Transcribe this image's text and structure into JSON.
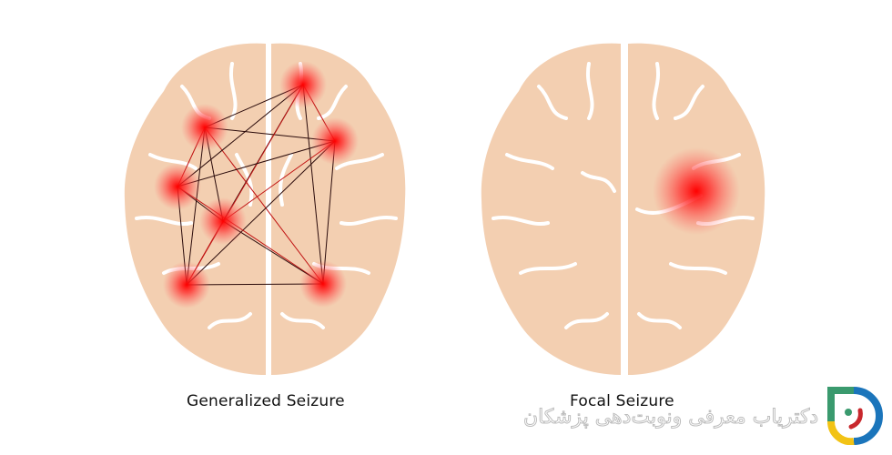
{
  "diagram": {
    "left_caption": "Generalized Seizure",
    "right_caption": "Focal Seizure"
  },
  "watermark": {
    "text": "دکتریاب معرفی ونوبت‌دهی پزشکان"
  },
  "colors": {
    "brain": "#F3CFB1",
    "gyri": "#FFFFFF",
    "hotspot": "#FF1A1A",
    "connection": "#2a0a0a",
    "logo_green": "#3a9a6e",
    "logo_blue": "#1b75bb",
    "logo_yellow": "#f2c315",
    "logo_red": "#c8282d"
  }
}
